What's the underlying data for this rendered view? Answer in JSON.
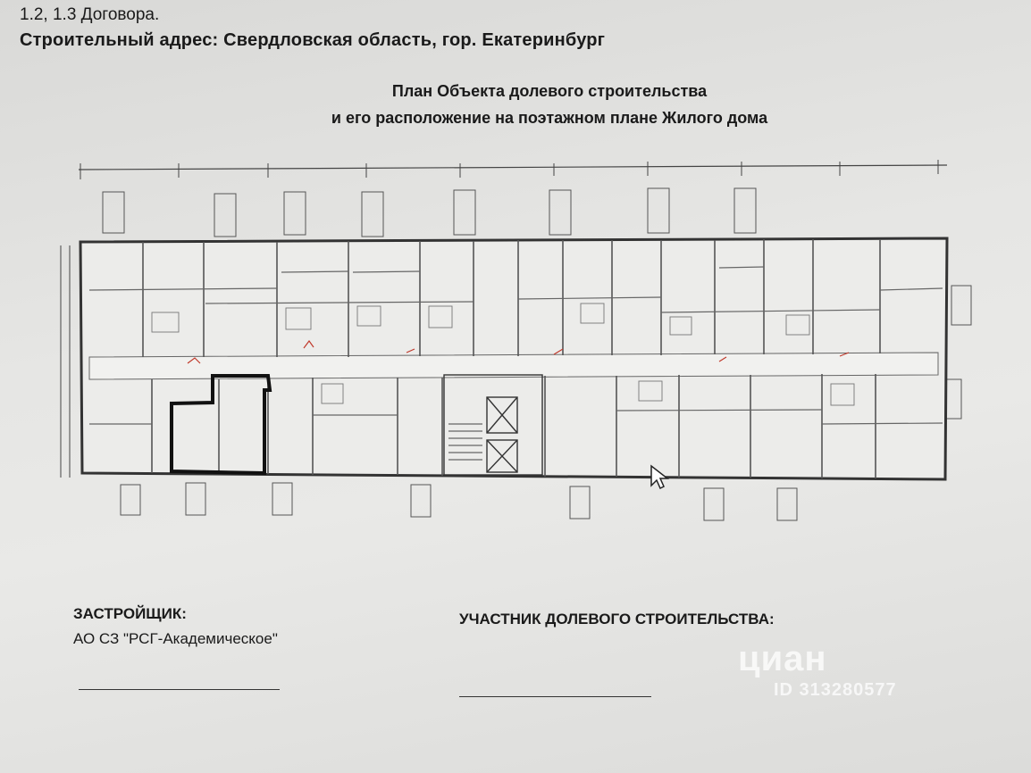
{
  "header": {
    "line1": "1.2, 1.3 Договора.",
    "line2": "Строительный адрес: Свердловская область, гор. Екатеринбург"
  },
  "title": {
    "line1": "План Объекта долевого строительства",
    "line2": "и его расположение на поэтажном плане Жилого дома"
  },
  "developer": {
    "label": "ЗАСТРОЙЩИК:",
    "name": "АО СЗ \"РСГ-Академическое\""
  },
  "participant": {
    "label": "УЧАСТНИК ДОЛЕВОГО СТРОИТЕЛЬСТВА:"
  },
  "watermark": {
    "brand": "циан",
    "id": "ID 313280577"
  },
  "colors": {
    "ink": "#1a1a1a",
    "plan_line": "#555555",
    "highlight": "#111111",
    "red_marks": "#c0392b"
  }
}
